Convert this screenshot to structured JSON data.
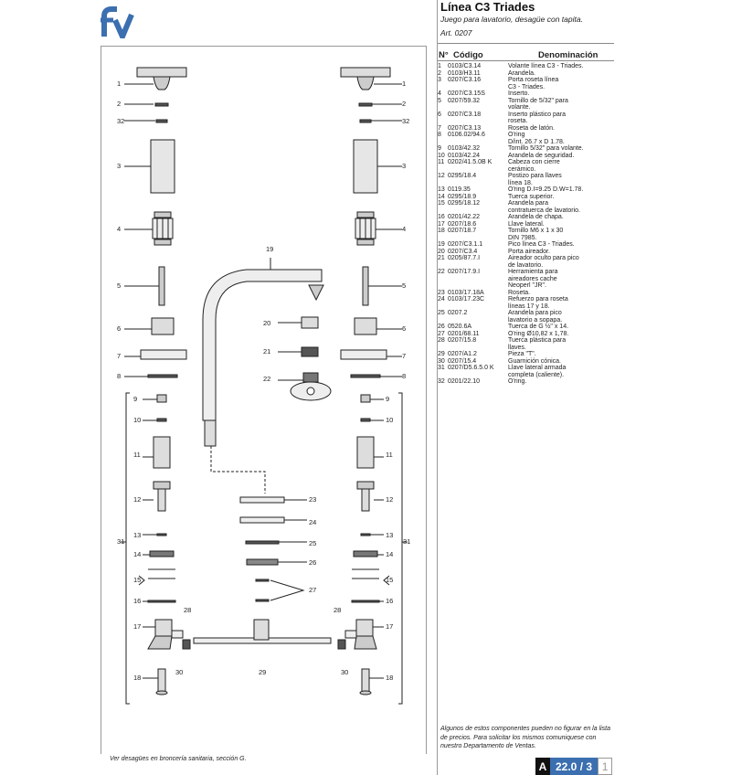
{
  "header": {
    "title": "Línea C3 Triades",
    "subtitle": "Juego para lavatorio, desagüe con tapita.",
    "article": "Art. 0207"
  },
  "table": {
    "col_num": "N°",
    "col_code": "Código",
    "col_desc": "Denominación",
    "rows": [
      {
        "n": "1",
        "code": "0103/C3.14",
        "desc": [
          "Volante línea C3 - Triades."
        ]
      },
      {
        "n": "2",
        "code": "0103/H3.11",
        "desc": [
          "Arandela."
        ]
      },
      {
        "n": "3",
        "code": "0207/C3.16",
        "desc": [
          "Porta roseta línea",
          "C3 - Triades."
        ]
      },
      {
        "n": "4",
        "code": "0207/C3.15S",
        "desc": [
          "Inserto."
        ]
      },
      {
        "n": "5",
        "code": "0207/59.32",
        "desc": [
          "Tornillo de 5/32\" para",
          "volante."
        ]
      },
      {
        "n": "6",
        "code": "0207/C3.18",
        "desc": [
          "Inserto plástico para",
          "roseta."
        ]
      },
      {
        "n": "7",
        "code": "0207/C3.13",
        "desc": [
          "Roseta de latón."
        ]
      },
      {
        "n": "8",
        "code": "0106.02/94.6",
        "desc": [
          "O'ring",
          "D/int. 26.7 x D 1.78."
        ]
      },
      {
        "n": "9",
        "code": "0103/42.32",
        "desc": [
          "Tornillo 5/32\" para volante."
        ]
      },
      {
        "n": "10",
        "code": "0103/42.24",
        "desc": [
          "Arandela de seguridad."
        ]
      },
      {
        "n": "11",
        "code": "0202/41.5.0B K",
        "desc": [
          "Cabeza con cierre",
          "cerámico."
        ]
      },
      {
        "n": "12",
        "code": "0295/18.4",
        "desc": [
          "Postizo para llaves",
          "línea 18."
        ]
      },
      {
        "n": "13",
        "code": "0119.35",
        "desc": [
          "O'ring D.I=9.25 D.W=1.78."
        ]
      },
      {
        "n": "14",
        "code": "0295/18.9",
        "desc": [
          "Tuerca superior."
        ]
      },
      {
        "n": "15",
        "code": "0295/18.12",
        "desc": [
          "Arandela para",
          "contratuerca de lavatorio."
        ]
      },
      {
        "n": "16",
        "code": "0201/42.22",
        "desc": [
          "Arandela de chapa."
        ]
      },
      {
        "n": "17",
        "code": "0207/18.6",
        "desc": [
          "Llave lateral."
        ]
      },
      {
        "n": "18",
        "code": "0207/18.7",
        "desc": [
          "Tornillo M6 x 1 x 30",
          "DIN 7985."
        ]
      },
      {
        "n": "19",
        "code": "0207/C3.1.1",
        "desc": [
          "Pico línea C3 - Triades."
        ]
      },
      {
        "n": "20",
        "code": "0207/C3.4",
        "desc": [
          "Porta aireador."
        ]
      },
      {
        "n": "21",
        "code": "0205/87.7.I",
        "desc": [
          "Aireador oculto para pico",
          "de lavatorio."
        ]
      },
      {
        "n": "22",
        "code": "0207/17.9.I",
        "desc": [
          "Herramienta para",
          "aireadores cache",
          "Neoperl \"JR\"."
        ]
      },
      {
        "n": "23",
        "code": "0103/17.18A",
        "desc": [
          "Roseta."
        ]
      },
      {
        "n": "24",
        "code": "0103/17.23C",
        "desc": [
          "Refuerzo para roseta",
          "líneas 17 y 18."
        ]
      },
      {
        "n": "25",
        "code": "0207.2",
        "desc": [
          "Arandela para pico",
          "lavatorio a sopapa."
        ]
      },
      {
        "n": "26",
        "code": "0520.6A",
        "desc": [
          "Tuerca de G ½\" x 14."
        ]
      },
      {
        "n": "27",
        "code": "0201/68.11",
        "desc": [
          "O'ring Ø10,82 x 1,78."
        ]
      },
      {
        "n": "28",
        "code": "0207/15.8",
        "desc": [
          "Tuerca plástica para",
          "llaves."
        ]
      },
      {
        "n": "29",
        "code": "0207/A1.2",
        "desc": [
          "Pieza \"T\"."
        ]
      },
      {
        "n": "30",
        "code": "0207/15.4",
        "desc": [
          "Guarnición cónica."
        ]
      },
      {
        "n": "31",
        "code": "0207/D5.6.5.0 K",
        "desc": [
          "Llave lateral armada",
          "completa (caliente)."
        ]
      },
      {
        "n": "32",
        "code": "0201/22.10",
        "desc": [
          "O'ring."
        ]
      }
    ]
  },
  "note": "Algunos de estos componentes pueden no figurar en la lista de precios. Para solicitar los mismos comuniquese con nuestro Departamento de Ventas.",
  "footnote": "Ver desagües en broncería sanitaria, sección G.",
  "page_badge": {
    "section": "A",
    "page": "22.0 / 3",
    "sub": "1"
  },
  "diagram_labels": {
    "left": [
      "1",
      "2",
      "32",
      "3",
      "4",
      "5",
      "6",
      "7",
      "8",
      "9",
      "10",
      "11",
      "12",
      "13",
      "14",
      "15",
      "16",
      "17",
      "18"
    ],
    "right": [
      "1",
      "2",
      "32",
      "3",
      "4",
      "5",
      "6",
      "7",
      "8",
      "9",
      "10",
      "11",
      "12",
      "13",
      "14",
      "15",
      "16",
      "17",
      "18"
    ],
    "center": [
      "19",
      "20",
      "21",
      "22",
      "23",
      "24",
      "25",
      "26",
      "27",
      "28",
      "28",
      "29",
      "30",
      "30",
      "31",
      "31"
    ]
  },
  "colors": {
    "accent": "#3b6fb0",
    "ink": "#222222",
    "line": "#999999"
  },
  "logo_text": "fv"
}
